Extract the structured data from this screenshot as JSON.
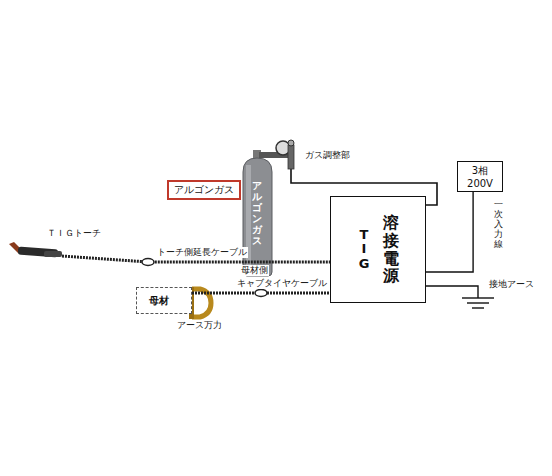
{
  "diagram": {
    "nodes": [
      {
        "text": [
          "アルゴンガス"
        ]
      },
      {
        "text": [
          "3相 200V"
        ]
      },
      {
        "text": [
          "溶接電源",
          "TIG"
        ]
      },
      {
        "text": [
          "母材"
        ]
      }
    ],
    "edges": [
      {
        "from": 1,
        "to": 2,
        "arrow": "none"
      },
      {
        "from": 3,
        "to": 2,
        "arrow": "none"
      }
    ],
    "labels": [
      "ガス調整部",
      "アルゴンガス",
      "ＴＩＧトーチ",
      "トーチ側延長ケーブル",
      "母材側",
      "キャブタイヤケーブル",
      "アース万力",
      "一次入力線",
      "接地アース"
    ]
  }
}
